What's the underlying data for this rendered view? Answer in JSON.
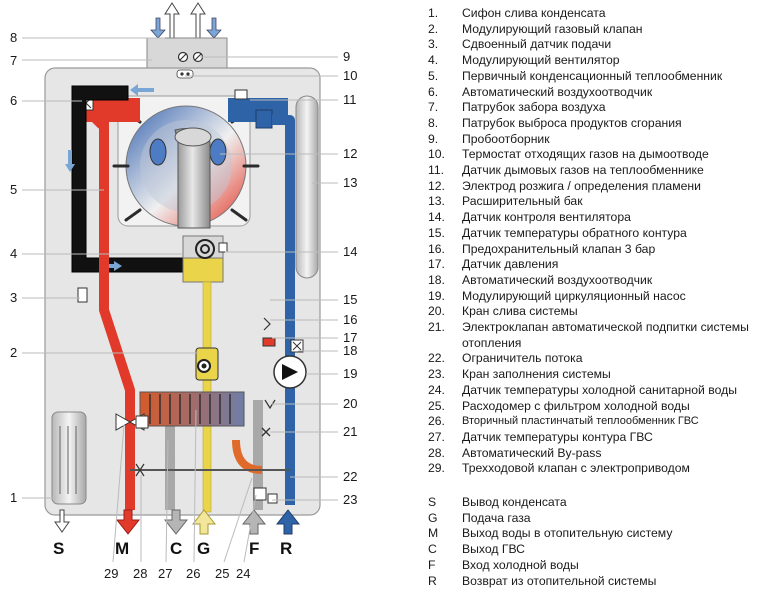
{
  "legend": [
    {
      "num": "1.",
      "text": "Сифон слива конденсата"
    },
    {
      "num": "2.",
      "text": "Модулирующий газовый клапан"
    },
    {
      "num": "3.",
      "text": "Сдвоенный датчик подачи"
    },
    {
      "num": "4.",
      "text": "Модулирующий вентилятор"
    },
    {
      "num": "5.",
      "text": "Первичный конденсационный теплообменник"
    },
    {
      "num": "6.",
      "text": "Автоматический воздухоотводчик"
    },
    {
      "num": "7.",
      "text": "Патрубок забора воздуха"
    },
    {
      "num": "8.",
      "text": "Патрубок выброса продуктов сгорания"
    },
    {
      "num": "9.",
      "text": "Пробоотборник"
    },
    {
      "num": "10.",
      "text": "Термостат отходящих газов на дымоотводе"
    },
    {
      "num": "11.",
      "text": "Датчик дымовых газов на теплообменнике"
    },
    {
      "num": "12.",
      "text": "Электрод розжига / определения пламени"
    },
    {
      "num": "13.",
      "text": "Расширительный бак"
    },
    {
      "num": "14.",
      "text": "Датчик контроля вентилятора"
    },
    {
      "num": "15.",
      "text": "Датчик температуры обратного контура"
    },
    {
      "num": "16.",
      "text": "Предохранительный клапан 3 бар"
    },
    {
      "num": "17.",
      "text": "Датчик давления"
    },
    {
      "num": "18.",
      "text": "Автоматический воздухоотводчик"
    },
    {
      "num": "19.",
      "text": "Модулирующий циркуляционный насос"
    },
    {
      "num": "20.",
      "text": "Кран слива системы"
    },
    {
      "num": "21.",
      "text": "Электроклапан автоматической подпитки системы отопления"
    },
    {
      "num": "22.",
      "text": "Ограничитель потока"
    },
    {
      "num": "23.",
      "text": "Кран заполнения системы"
    },
    {
      "num": "24.",
      "text": "Датчик температуры холодной санитарной воды"
    },
    {
      "num": "25.",
      "text": "Расходомер с фильтром холодной воды"
    },
    {
      "num": "26.",
      "text": "Вторичный пластинчатый теплообменник ГВС"
    },
    {
      "num": "27.",
      "text": "Датчик температуры контура ГВС"
    },
    {
      "num": "28.",
      "text": "Автоматический By-pass"
    },
    {
      "num": "29.",
      "text": "Трехходовой клапан с электроприводом"
    }
  ],
  "io_legend": [
    {
      "code": "S",
      "text": "Вывод конденсата"
    },
    {
      "code": "G",
      "text": "Подача газа"
    },
    {
      "code": "M",
      "text": "Выход воды в отопительную систему"
    },
    {
      "code": "C",
      "text": "Выход ГВС"
    },
    {
      "code": "F",
      "text": "Вход холодной воды"
    },
    {
      "code": "R",
      "text": "Возврат из отопительной системы"
    }
  ],
  "left_callouts": [
    "8",
    "7",
    "6",
    "5",
    "4",
    "3",
    "2",
    "1"
  ],
  "right_callouts": [
    "9",
    "10",
    "11",
    "12",
    "13",
    "14",
    "15",
    "16",
    "17",
    "18",
    "19",
    "20",
    "21",
    "22",
    "23"
  ],
  "bottom_callouts": [
    "29",
    "28",
    "27",
    "26",
    "25",
    "24"
  ],
  "io_labels": [
    "S",
    "M",
    "C",
    "G",
    "F",
    "R"
  ],
  "colors": {
    "heating_flow": "#e32b2b",
    "heating_return": "#2f63a8",
    "gas": "#e3d25a",
    "dhw": "#b5b5b5",
    "flue": "#111111",
    "cabinet": "#e6e6e6"
  }
}
